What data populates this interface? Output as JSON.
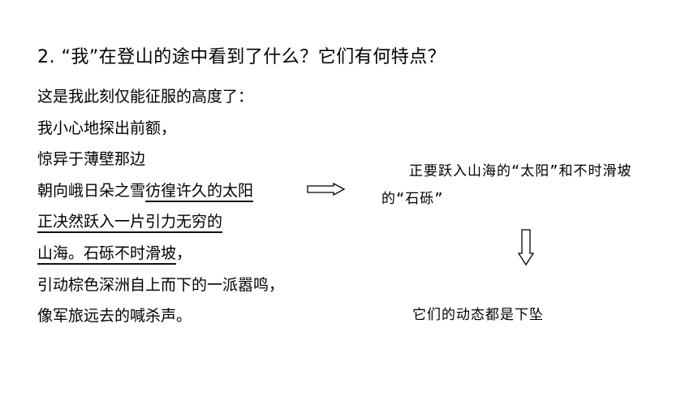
{
  "question": {
    "number": "2.",
    "text": "“我”在登山的途中看到了什么？它们有何特点？"
  },
  "poem": {
    "line1": "这是我此刻仅能征服的高度了：",
    "line2": "我小心地探出前额，",
    "line3": "惊异于薄壁那边",
    "line4_plain": "朝向峨日朵之雪",
    "line4_underlined": "彷徨许久的太阳",
    "line5_underlined": "正决然跃入一片引力无穷的",
    "line6_underlined": "山海。石砾不时滑坡",
    "line6_plain": "，",
    "line7": "引动棕色深洲自上而下的一派嚣鸣，",
    "line8": "像军旅远去的喊杀声。"
  },
  "notes": {
    "observation": "正要跃入山海的“太阳”和不时滑坡的“石砾”",
    "conclusion": "它们的动态都是下坠"
  },
  "icons": {
    "right": "arrow-right-icon",
    "down": "arrow-down-icon"
  }
}
